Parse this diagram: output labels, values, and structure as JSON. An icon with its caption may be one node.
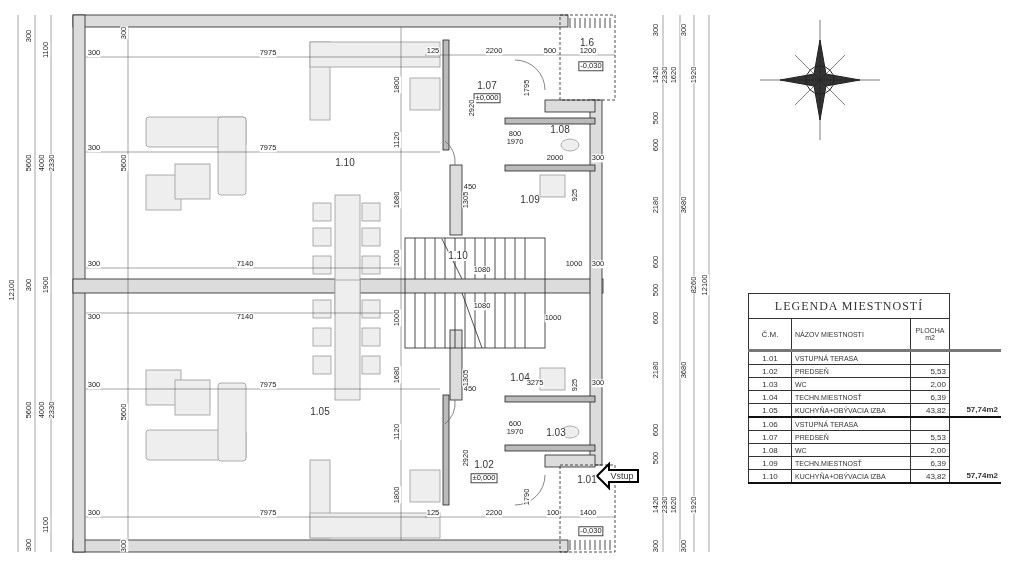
{
  "diagram": {
    "labels": [
      "1.6",
      "1.07",
      "±0,000",
      "-0,030",
      "1.08",
      "1.09",
      "1.10",
      "1.10",
      "1.05",
      "1.04",
      "1.03",
      "1.02",
      "±0,000",
      "1.01",
      "-0,030",
      "Vstup",
      "7975",
      "7975",
      "7140",
      "7140",
      "7975",
      "7975",
      "300",
      "300",
      "300",
      "300",
      "300",
      "300",
      "5600",
      "5600",
      "300",
      "300",
      "125",
      "2200",
      "500",
      "1200",
      "125",
      "2200",
      "100",
      "1400",
      "1800",
      "1120",
      "1680",
      "1000",
      "1000",
      "1680",
      "1120",
      "1800",
      "2920",
      "2920",
      "1795",
      "1790",
      "2000",
      "3275",
      "450",
      "450",
      "1305",
      "1305",
      "925",
      "925",
      "1000",
      "1000",
      "300",
      "300",
      "300",
      "800",
      "1970",
      "600",
      "1970",
      "1080",
      "1080",
      "12100",
      "5600",
      "5600",
      "300",
      "300",
      "300",
      "1100",
      "4000",
      "2330",
      "1900",
      "4000",
      "2330",
      "1100",
      "300",
      "300",
      "1420",
      "2330",
      "1620",
      "1920",
      "8260",
      "12100",
      "500",
      "600",
      "2180",
      "3680",
      "600",
      "500",
      "600",
      "2180",
      "3680",
      "600",
      "500",
      "1420",
      "2330",
      "1620",
      "1920",
      "300",
      "300",
      "LEGENDA MIESTNOSTÍ",
      "Č.M.",
      "NÁZOV MIESTNOSTI",
      "PLOCHA m2",
      "1.01",
      "VSTUPNÁ TERASA",
      "1.02",
      "PREDSEŇ",
      "5,53",
      "1.03",
      "WC",
      "2,00",
      "1.04",
      "TECHN.MIESTNOSŤ",
      "6,39",
      "1.05",
      "KUCHYŇA+OBÝVACIA IZBA",
      "43,82",
      "57,74m2",
      "1.06",
      "VSTUPNÁ TERASA",
      "1.07",
      "PREDSEŇ",
      "5,53",
      "1.08",
      "WC",
      "2,00",
      "1.09",
      "TECHN.MIESTNOSŤ",
      "6,39",
      "1.10",
      "KUCHYŇA+OBÝVACIA IZBA",
      "43,82",
      "57,74m2"
    ]
  }
}
